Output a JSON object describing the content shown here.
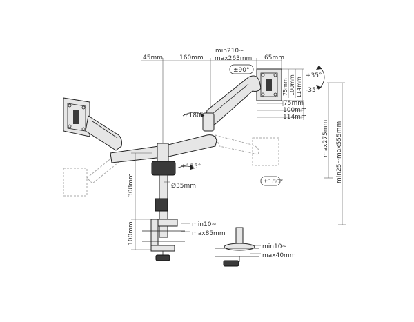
{
  "labels": {
    "d45": "45mm",
    "d160": "160mm",
    "d_min210": "min210~",
    "d_max263": "max263mm",
    "d65": "65mm",
    "rot90": "±90°",
    "tilt_up": "+35°",
    "tilt_down": "-35°",
    "v75": "75mm",
    "v100": "100mm",
    "v114": "114mm",
    "h75": "75mm",
    "h100": "100mm",
    "h114": "114mm",
    "rot180_upper": "±180°",
    "rot135": "±135°",
    "rot180_right": "±180°",
    "pole_dia": "Ø35mm",
    "h308": "308mm",
    "h100_clamp": "100mm",
    "h_max275": "max275mm",
    "h_min25_max555": "min25~max555mm",
    "clamp_min10": "min10~",
    "clamp_max85": "max85mm",
    "grommet_min10": "min10~",
    "grommet_max40": "max40mm"
  }
}
